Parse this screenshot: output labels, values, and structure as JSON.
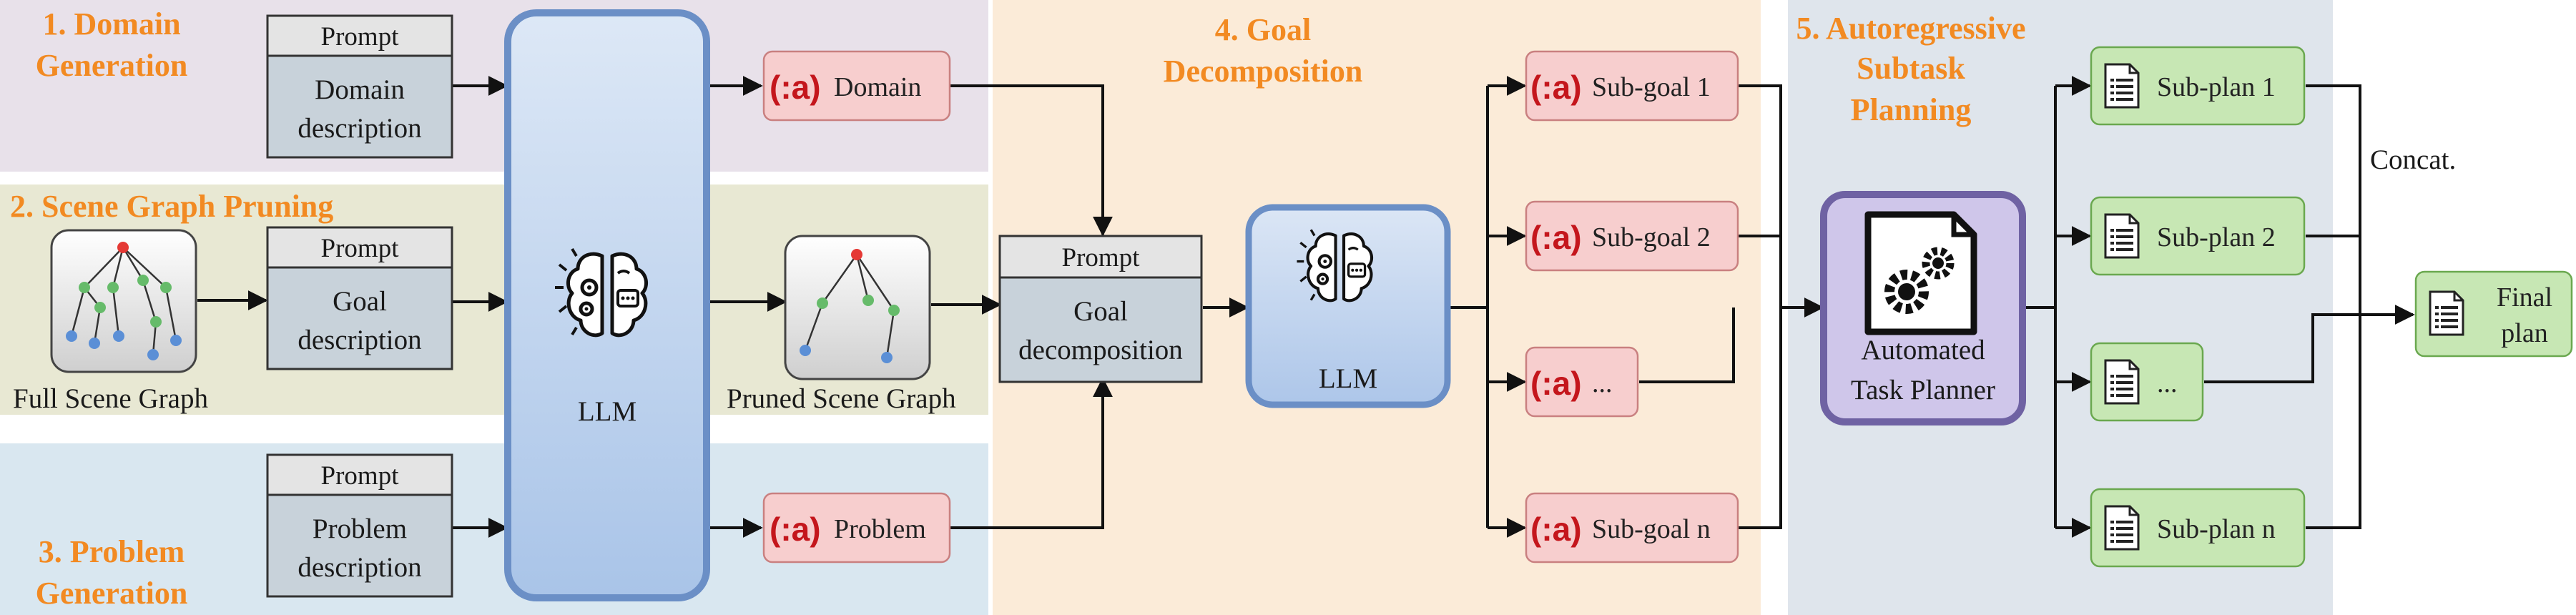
{
  "regions": {
    "domain": {
      "line1": "1. Domain",
      "line2": "Generation"
    },
    "scene": {
      "line1": "2. Scene Graph Pruning"
    },
    "problem": {
      "line1": "3. Problem",
      "line2": "Generation"
    },
    "goal": {
      "line1": "4. Goal",
      "line2": "Decomposition"
    },
    "autoreg": {
      "line1": "5. Autoregressive",
      "line2": "Subtask",
      "line3": "Planning"
    }
  },
  "prompts": {
    "header": "Prompt",
    "domain": {
      "line1": "Domain",
      "line2": "description"
    },
    "goal": {
      "line1": "Goal",
      "line2": "description"
    },
    "problem": {
      "line1": "Problem",
      "line2": "description"
    },
    "decomp": {
      "line1": "Goal",
      "line2": "decomposition"
    }
  },
  "llm_label": "LLM",
  "logo_text": "(:a)",
  "outputs": {
    "domain": "Domain",
    "problem": "Problem"
  },
  "scene_graphs": {
    "full": "Full Scene Graph",
    "pruned": "Pruned Scene Graph"
  },
  "subgoals": [
    "Sub-goal 1",
    "Sub-goal 2",
    "...",
    "Sub-goal n"
  ],
  "planner": {
    "line1": "Automated",
    "line2": "Task Planner"
  },
  "subplans": [
    "Sub-plan 1",
    "Sub-plan 2",
    "...",
    "Sub-plan n"
  ],
  "concat_label": "Concat.",
  "final_plan": {
    "line1": "Final",
    "line2": "plan"
  },
  "colors": {
    "region_domain": "#e8e1ea",
    "region_scene": "#e8e8d3",
    "region_problem": "#d9e7f0",
    "region_goal": "#fbebd8",
    "region_autoreg": "#dfe5ec",
    "title_orange": "#f28a22",
    "prompt_fill": "#c8d2da",
    "red_fill": "#f7cece",
    "red_logo": "#c4161c",
    "green_fill": "#c7e7b4",
    "blue_llm": "#b9d0ef",
    "planner_fill": "#cfc6ea"
  }
}
